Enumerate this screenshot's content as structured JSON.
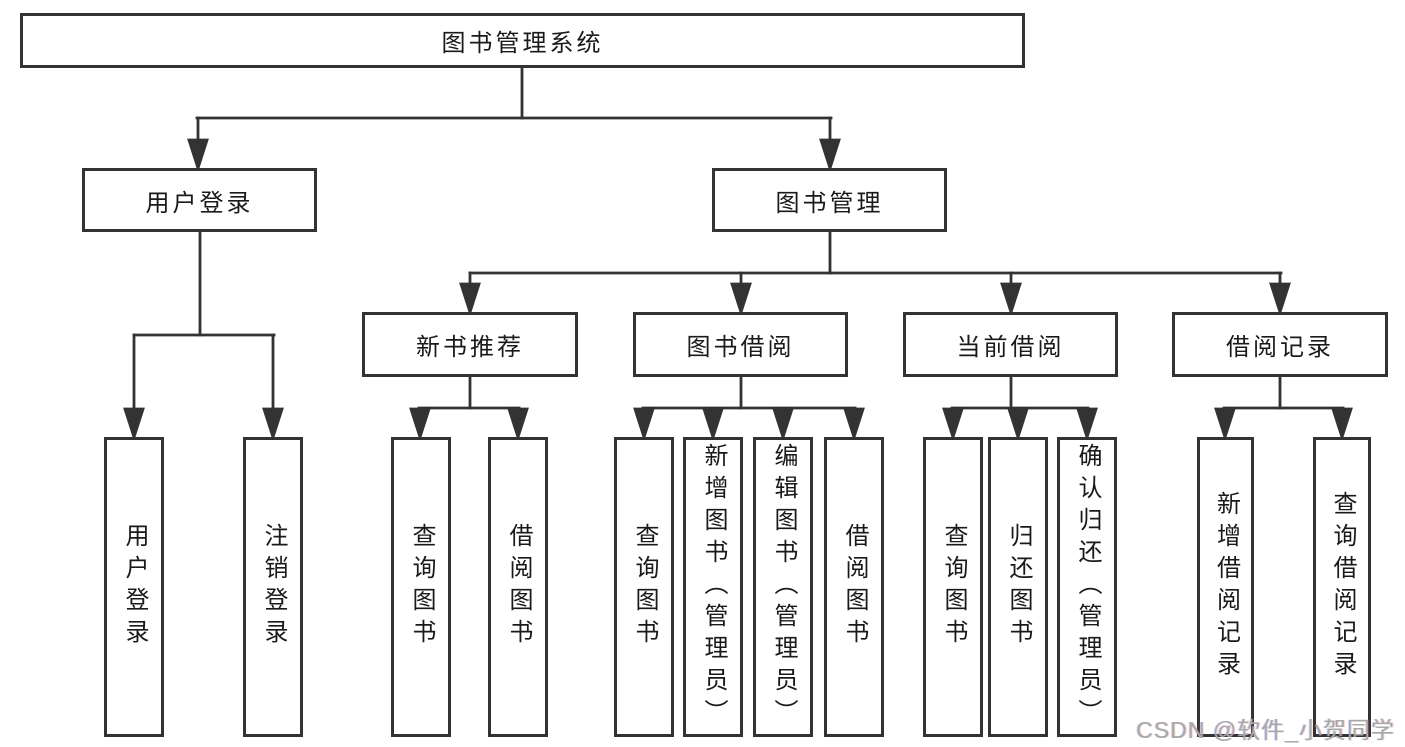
{
  "diagram": {
    "style": {
      "line_color": "#333333",
      "box_background": "#ffffff",
      "text_color": "#1a1a1a",
      "watermark_color": "#a8a8a8"
    },
    "tree": {
      "root": {
        "label": "图书管理系统"
      },
      "children": [
        {
          "label": "用户登录",
          "children": [
            {
              "label": "用户登录"
            },
            {
              "label": "注销登录"
            }
          ]
        },
        {
          "label": "图书管理",
          "children": [
            {
              "label": "新书推荐",
              "children": [
                {
                  "label": "查询图书"
                },
                {
                  "label": "借阅图书"
                }
              ]
            },
            {
              "label": "图书借阅",
              "children": [
                {
                  "label": "查询图书"
                },
                {
                  "label": "新增图书（管理员）"
                },
                {
                  "label": "编辑图书（管理员）"
                },
                {
                  "label": "借阅图书"
                }
              ]
            },
            {
              "label": "当前借阅",
              "children": [
                {
                  "label": "查询图书"
                },
                {
                  "label": "归还图书"
                },
                {
                  "label": "确认归还（管理员）"
                }
              ]
            },
            {
              "label": "借阅记录",
              "children": [
                {
                  "label": "新增借阅记录"
                },
                {
                  "label": "查询借阅记录"
                }
              ]
            }
          ]
        }
      ]
    }
  },
  "watermark": {
    "text": "CSDN @软件_小贺同学"
  }
}
